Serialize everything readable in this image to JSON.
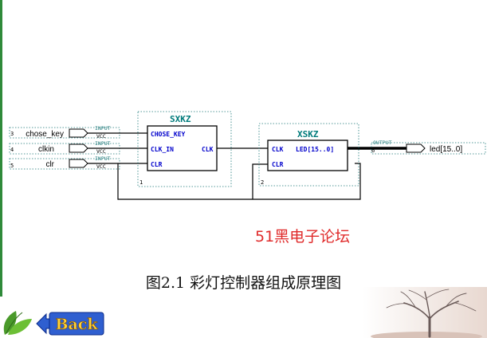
{
  "schematic": {
    "block1": {
      "name": "SXKZ",
      "number": "1",
      "ports_in": [
        "CHOSE_KEY",
        "CLK_IN",
        "CLR"
      ],
      "port_out": "CLK"
    },
    "block2": {
      "name": "XSKZ",
      "number": "2",
      "ports_in": [
        "CLK",
        "CLR"
      ],
      "port_out": "LED[15..0]"
    },
    "inputs": [
      {
        "pin": "3",
        "name": "chose_key",
        "type": "INPUT",
        "supply": "VCC"
      },
      {
        "pin": "4",
        "name": "clkin",
        "type": "INPUT",
        "supply": "VCC"
      },
      {
        "pin": "5",
        "name": "clr",
        "type": "INPUT",
        "supply": "VCC"
      }
    ],
    "output": {
      "pin": "6",
      "name": "led[15..0]",
      "type": "OUTPUT"
    }
  },
  "watermark": "51黑电子论坛",
  "caption": "图2.1  彩灯控制器组成原理图",
  "nav": {
    "back_label": "Back"
  },
  "colors": {
    "block_label": "#007b7b",
    "port_label": "#0000cc",
    "wire": "#000000",
    "watermark": "#e02b2b",
    "left_rule": "#2f8a3a",
    "back_button": "#2f5fd0"
  }
}
